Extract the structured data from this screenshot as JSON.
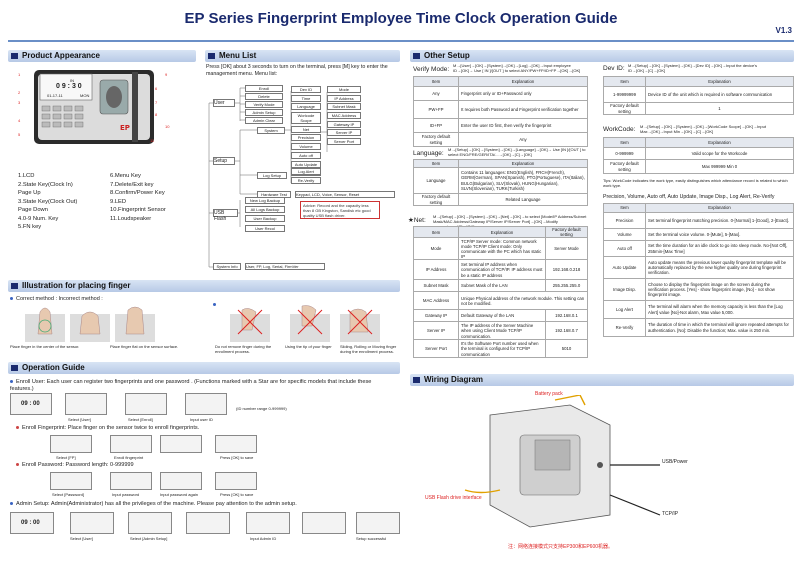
{
  "header": {
    "title": "EP Series Fingerprint Employee Time Clock Operation Guide",
    "version": "V1.3"
  },
  "sections": {
    "appearance": "Product Appearance",
    "menu": "Menu List",
    "other": "Other Setup",
    "finger": "Illustration for placing finger",
    "operation": "Operation Guide",
    "wiring": "Wiring Diagram"
  },
  "device": {
    "screen_top": "IN",
    "time": "0 9 : 3 0",
    "date_left": "01-17-11",
    "date_right": "MON",
    "brand": "EP"
  },
  "appearance_items": {
    "col1": [
      "1.LCD",
      "2.State Key(Clock In) Page Up",
      "3.State Key(Clock Out) Page Down",
      "4.0-9 Num. Key",
      "5.FN key"
    ],
    "col2": [
      "6.Menu Key",
      "7.Delete/Exit key",
      "8.Confirm/Power Key",
      "9.LED",
      "10.Fingerprint Sensor",
      "11.Loudspeaker"
    ],
    "callouts": [
      "1",
      "2",
      "3",
      "4",
      "5",
      "6",
      "7",
      "8",
      "9",
      "10",
      "11"
    ]
  },
  "menu": {
    "intro": "Press [OK] about 3 seconds to turn on the terminal, press [M] key to enter the management menu. Menu list:",
    "user": "User",
    "setup": "Setup",
    "usb_flash": "USB Flash",
    "system_info": "System Info",
    "user_items": [
      "Enroll",
      "Delete",
      "Verify Mode",
      "Admin Setup",
      "Admin Clear"
    ],
    "system": "System",
    "system_items": [
      "Dev ID",
      "Time",
      "Language",
      "Worlcode Scope",
      "Net",
      "Precision",
      "Volume",
      "Auto off",
      "Auto Update",
      "Image Disp.",
      "Log Alert",
      "Re-Verify"
    ],
    "net_items": [
      "Mode",
      "IP Address",
      "Subnet Mask",
      "MAC Address",
      "Gateway IP",
      "Server IP",
      "Server Port"
    ],
    "log_setup": "Log Setup",
    "hardware_test": "Hardware Test",
    "hardware_items": "Keypad, LCD, Voice, Sensor, Reset",
    "usb_items": [
      "New Log Backup",
      "All Logs Backup",
      "User Backup",
      "User Recol"
    ],
    "usb_note": "Advice: Record and the capacity less than 8 GB Kingston, Sandisk etc good quality USB flash driver.",
    "system_info_items": "User, FP, Log, Serial, FirmVer"
  },
  "other": {
    "verify_label": "Verify Mode:",
    "verify_path": "M→[User]→[OK]→[System]→[OK]→[Log]→[OK]→Input employee ID→[OK]→ Use [ IN ]/[OUT ] to select ANY/PW+FP/ID+FP→[OK]→[OK]",
    "verify_head": [
      "Item",
      "Explanation"
    ],
    "verify_rows": [
      [
        "Any",
        "Fingerprint only or ID+Password only"
      ],
      [
        "PW+FP",
        "It requires both Password and Fingerprint verification together"
      ],
      [
        "ID+FP",
        "Enter the user ID first, then verify the fingerprint"
      ],
      [
        "Factory default setting",
        "Any"
      ]
    ],
    "language_label": "Language:",
    "language_path": "M→[Setup]→[OK]→[System]→[OK]→[Language]→[OK]→ Use [IN ]/[OUT ] to select ENG/FRE/GER/ITA/...→[OK]→[C]→[OK]",
    "language_rows": [
      [
        "Item",
        "Explanation"
      ],
      [
        "Language",
        "Contains 11 languages: ENG(English), FRCH(French), GERM(German), SPAN(Spanish), PTG(Portuguese), ITA(Italian), BULG(Bulgarian), SLV(Slovak), HUNG(Hungarian), SLVN(Slovenian), TURK(Turkish)"
      ],
      [
        "Factory default setting",
        "Related Language"
      ]
    ],
    "net_label": "Net:",
    "net_path": "M→[Setup]→[OK]→[System]→[OK]→[Net]→[OK]→to select [Mode/IP Address/Subnet Mask/MAC Address/Gateway IP/Server IP/Server Port]→[OK]→Modify parameters→[C]→[OK]",
    "net_head": [
      "Item",
      "Explanation",
      "Factory default setting"
    ],
    "net_rows": [
      [
        "Mode",
        "TCP/IP Server mode: Common network mode TCP/IP Client mode: Only communicate with the PC which has static IP",
        "Server Mode"
      ],
      [
        "IP Address",
        "Set terminal IP address when communication of TCP/IP. IP address must be a static IP address",
        "192.168.0.218"
      ],
      [
        "Subnet Mask",
        "Subnet Mask of the LAN",
        "255.255.255.0"
      ],
      [
        "MAC Address",
        "Unique Physical address of the network module. This setting can not be modified.",
        ""
      ],
      [
        "Gateway IP",
        "Default Gateway of the LAN",
        "192.168.0.1"
      ],
      [
        "Server IP",
        "The IP address of the Server Machine when using Client Mode TCP/IP communication.",
        "192.168.0.7"
      ],
      [
        "Server Port",
        "It's the Software Port number used when the terminal is configured for TCP/IP communication",
        "5010"
      ]
    ],
    "devid_label": "Dev ID:",
    "devid_path": "M→[Setup]→[OK]→[System]→[OK]→[Dev ID]→[OK]→Input the device's ID→[OK]→[C]→[OK]",
    "devid_rows": [
      [
        "Item",
        "Explanation"
      ],
      [
        "1-99999999",
        "Device ID of the unit which is required in software communication"
      ],
      [
        "Factory default setting",
        "1"
      ]
    ],
    "workcode_label": "WorkCode:",
    "workcode_path": "M→[Setup]→[OK]→[System]→[OK]→[WorkCode Scope]→[OK]→Input Max→[OK]→Input Min→[OK]→[C]→[OK]",
    "workcode_rows": [
      [
        "Item",
        "Explanation"
      ],
      [
        "0-999999",
        "Valid scope for the Workcode"
      ],
      [
        "Factory default setting",
        "Max 999999 Min 0"
      ]
    ],
    "tips": "Tips: WorkCode indicates the work type, easily distinguishes which attendance record is related to which work type.",
    "misc_title": "Precision, Volume, Auto off, Auto Update, Image Disp., Log Alert, Re-Verify",
    "misc_rows": [
      [
        "Item",
        "Explanation"
      ],
      [
        "Precision",
        "Set terminal fingerprint matching precision. 0-[Normal] 1-[Good], 2-[Exact]."
      ],
      [
        "Volume",
        "Set the terminal voice volume. 0-[Mute], 5-[Max]."
      ],
      [
        "Auto off",
        "Set the time duration for an idle clock to go into sleep mode. No-[Not Off], 255min-[Max Time]"
      ],
      [
        "Auto Update",
        "Auto update means the previous lower quality fingerprint template will be automatically replaced by the new higher quality one during fingerprint verification."
      ],
      [
        "Image Disp.",
        "Choose to display the fingerprint image on the screen during the verification process. [Yes] - show fingerprint image, [No] - not show fingerprint image."
      ],
      [
        "Log Alert",
        "The terminal will alarm when the memory capacity is less than the [Log Alert] value [No]-Not alarm, Max value 5,000."
      ],
      [
        "Re-Verify",
        "The duration of time in which the terminal will ignore repeated attempts for authentication. [No]: Disable the function; Max. value is 250 min."
      ]
    ]
  },
  "finger": {
    "legend_correct": "Correct method",
    "legend_incorrect": ": Incorrect method :",
    "captions": [
      "Place finger in the center of the sensor.",
      "Place finger flat on the sensor surface.",
      "Do not remove finger during the enrollment process.",
      "Using the tip of your finger",
      "Sliding, Rolling or Moving finger during the enrollment process."
    ]
  },
  "operation": {
    "enroll_user": "Enroll User:",
    "enroll_user_text": "Each user can register two fingerprints and one password . (Functions marked with a Star are for specific models that include these features.)",
    "enroll_fp": "Enroll Fingerprint:",
    "enroll_fp_text": "Place finger on the sensor twice to enroll fingerprints.",
    "enroll_pw": "Enroll Password:",
    "enroll_pw_text": "Password length: 0-999999",
    "admin_setup": "Admin Setup:",
    "admin_setup_text": "Admin(Administrator) has all the privileges of the machine. Please pay attention to the admin setup.",
    "screen_time": "09 : 00",
    "id_range": "(ID number range 0-999999)",
    "row_captions_1": [
      "Select [User]",
      "Select [Enroll]",
      "Input user ID"
    ],
    "row_captions_2": [
      "Select [FP]",
      "Enroll fingerprint",
      "Press [OK] to save"
    ],
    "row_captions_3": [
      "Select [Password]",
      "Input password",
      "Input password again",
      "Press [OK] to save"
    ],
    "row_captions_4": [
      "Select [User]",
      "Select [Admin Setup]",
      "Input Admin ID",
      "Setup successful"
    ]
  },
  "wiring": {
    "battery": "Battery pack",
    "usb_drive": "USB Flash drive interface",
    "usb_power": "USB/Power",
    "tcp": "TCP/IP",
    "note": "注：网络连接模式只支持EP300和EP600机器。"
  }
}
